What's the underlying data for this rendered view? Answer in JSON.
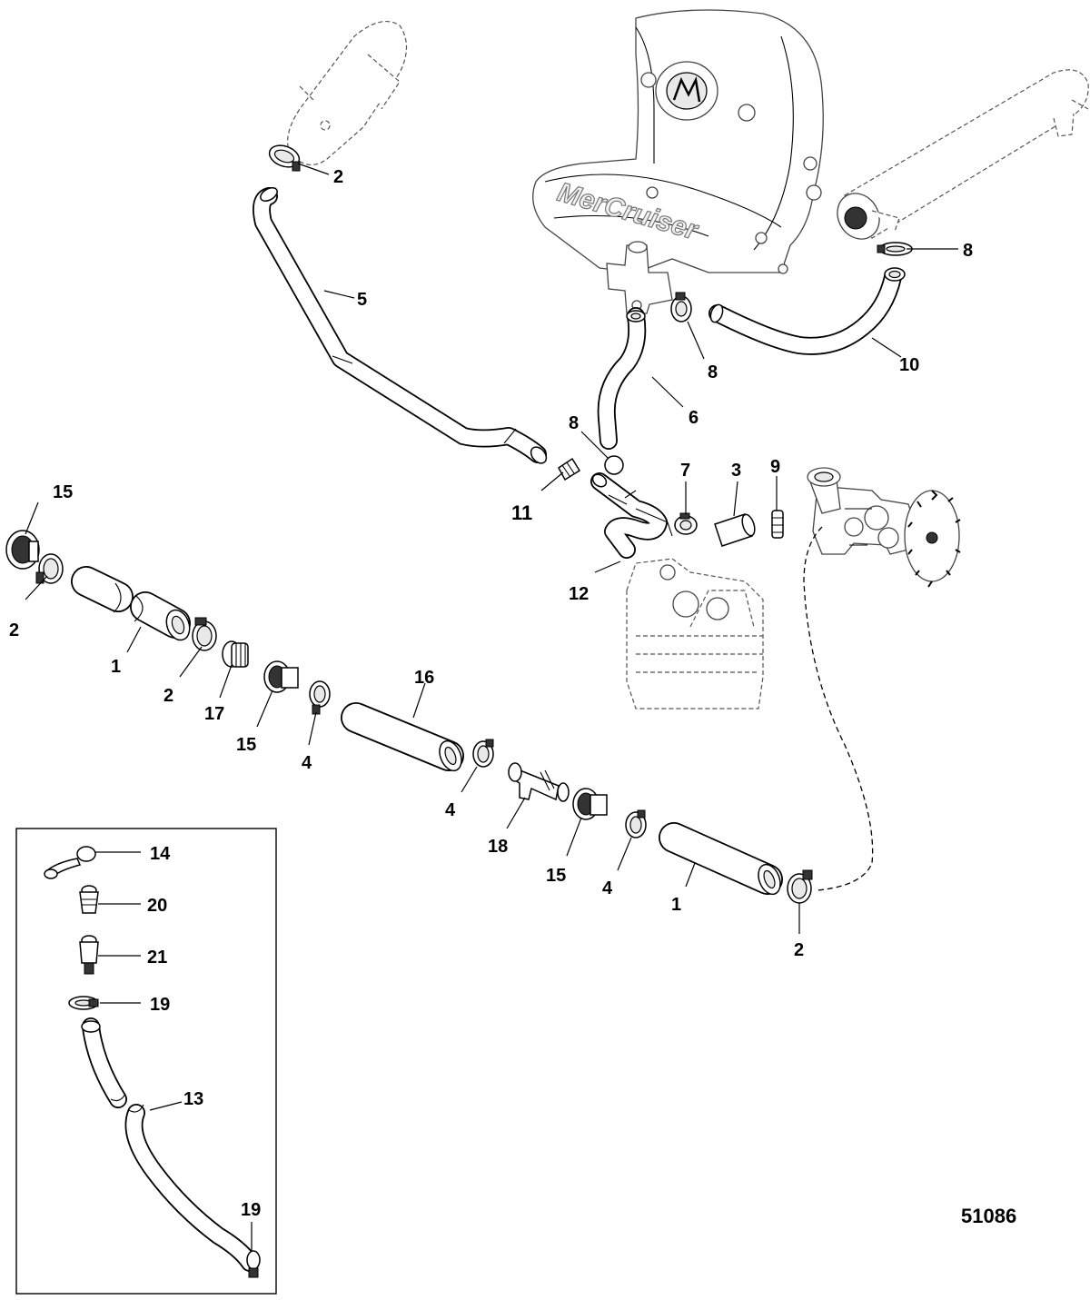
{
  "diagram_number": "51086",
  "brand_marking": "MerCruiser",
  "callouts": {
    "c2_top": "2",
    "c5": "5",
    "c8_right": "8",
    "c10": "10",
    "c8_mid": "8",
    "c6": "6",
    "c8_ring": "8",
    "c7": "7",
    "c3": "3",
    "c9": "9",
    "c11": "11",
    "c12": "12",
    "c15_left": "15",
    "c2_left": "2",
    "c1_left": "1",
    "c2_mid": "2",
    "c17": "17",
    "c15_mid": "15",
    "c4_a": "4",
    "c16": "16",
    "c4_b": "4",
    "c18": "18",
    "c15_right": "15",
    "c4_c": "4",
    "c1_right": "1",
    "c2_right": "2",
    "c14": "14",
    "c20": "20",
    "c21": "21",
    "c19_a": "19",
    "c13": "13",
    "c19_b": "19"
  }
}
